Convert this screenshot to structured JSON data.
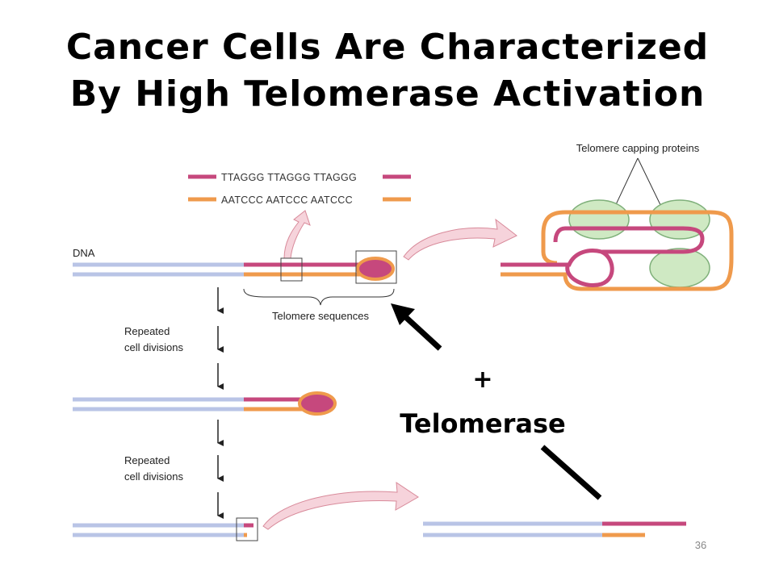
{
  "title": {
    "line1": "Cancer Cells Are Characterized",
    "line2": "By High Telomerase Activation"
  },
  "diagram": {
    "dna_label": "DNA",
    "top_strand_sequence": "TTAGGG TTAGGG TTAGGG",
    "bottom_strand_sequence": "AATCCC AATCCC AATCCC",
    "telomere_label": "Telomere sequences",
    "capping_label": "Telomere capping proteins",
    "division_label_1_line1": "Repeated",
    "division_label_1_line2": "cell divisions",
    "division_label_2_line1": "Repeated",
    "division_label_2_line2": "cell divisions",
    "plus_sign": "+",
    "telomerase_label": "Telomerase",
    "page_number": "36"
  },
  "colors": {
    "dna_blue": "#b9c4e6",
    "telomere_magenta": "#c6487d",
    "telomere_orange": "#ef9a4c",
    "cap_green": "#cfe9c3",
    "cap_green_stroke": "#7fb07a",
    "arrow_pink": "#f6d3db",
    "arrow_pink_stroke": "#d88a9a"
  }
}
